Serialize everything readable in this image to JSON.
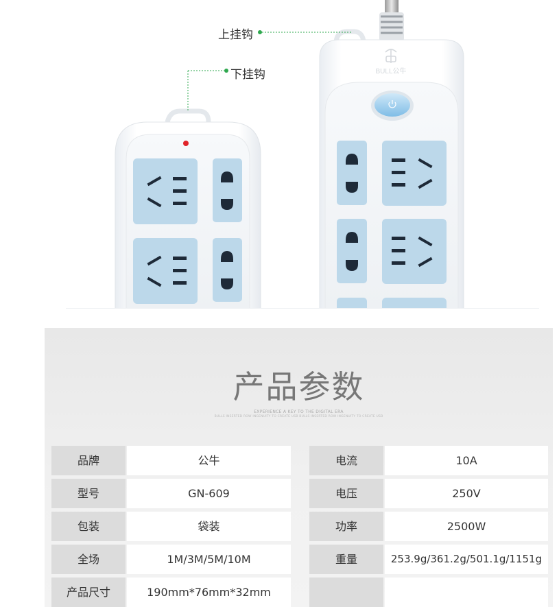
{
  "hero": {
    "hook_upper_label": "上挂钩",
    "hook_lower_label": "下挂钩",
    "brand_logo_text": "BULL公牛",
    "colors": {
      "accent_green": "#2fa84f",
      "socket_blue": "#bcd8ea",
      "power_button": "#8ec6ea",
      "indicator_red": "#e0242a"
    }
  },
  "spec": {
    "title": "产品参数",
    "subtitle_line1": "EXPERIENCE A KEY TO THE DIGITAL ERA",
    "subtitle_line2": "BULLS INSERTED ROW INGENUITY TO CREATE USB BULLS INSERTED ROW INGENUITY TO CREATE USB",
    "rows": [
      {
        "label_left": "品牌",
        "value_left": "公牛",
        "label_right": "电流",
        "value_right": "10A"
      },
      {
        "label_left": "型号",
        "value_left": "GN-609",
        "label_right": "电压",
        "value_right": "250V"
      },
      {
        "label_left": "包装",
        "value_left": "袋装",
        "label_right": "功率",
        "value_right": "2500W"
      },
      {
        "label_left": "全场",
        "value_left": "1M/3M/5M/10M",
        "label_right": "重量",
        "value_right": "253.9g/361.2g/501.1g/1151g"
      },
      {
        "label_left": "产品尺寸",
        "value_left": "190mm*76mm*32mm",
        "label_right": "",
        "value_right": ""
      }
    ]
  }
}
